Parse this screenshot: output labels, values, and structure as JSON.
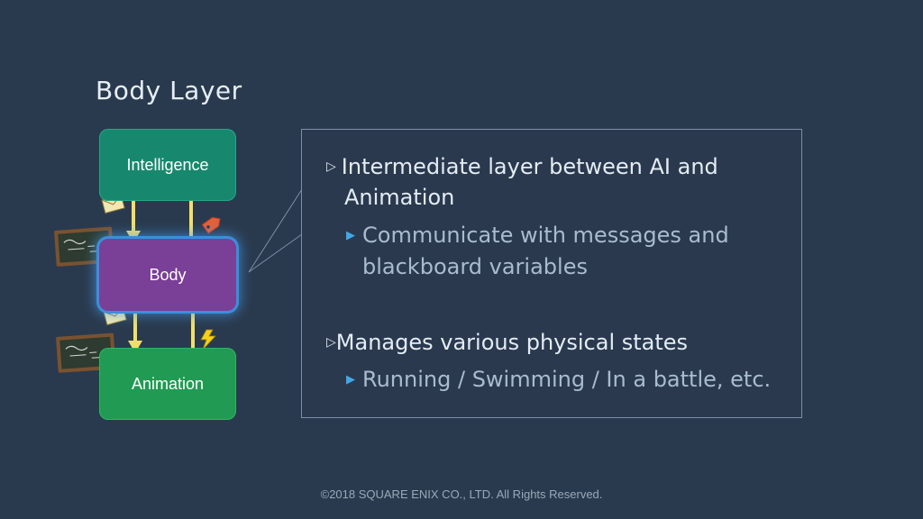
{
  "title": "Body Layer",
  "diagram": {
    "boxes": {
      "intelligence": "Intelligence",
      "body": "Body",
      "animation": "Animation"
    }
  },
  "panel": {
    "bullet1": {
      "line1": "Intermediate layer between AI and",
      "line2": "Animation"
    },
    "sub1": {
      "line1": "Communicate with messages and",
      "line2": "blackboard variables"
    },
    "bullet2": "Manages various physical states",
    "sub2": "Running / Swimming / In a battle, etc."
  },
  "colors": {
    "background": "#2a3a4e",
    "intelligence": "#17886e",
    "body": "#7a3f96",
    "animation": "#219a53",
    "arrow": "#f2df6a",
    "glow": "#3a8fdc"
  },
  "icons": [
    "envelope-icon",
    "tag-icon",
    "lightning-icon",
    "blackboard-icon"
  ],
  "footer": "©2018 SQUARE ENIX CO., LTD. All Rights Reserved."
}
